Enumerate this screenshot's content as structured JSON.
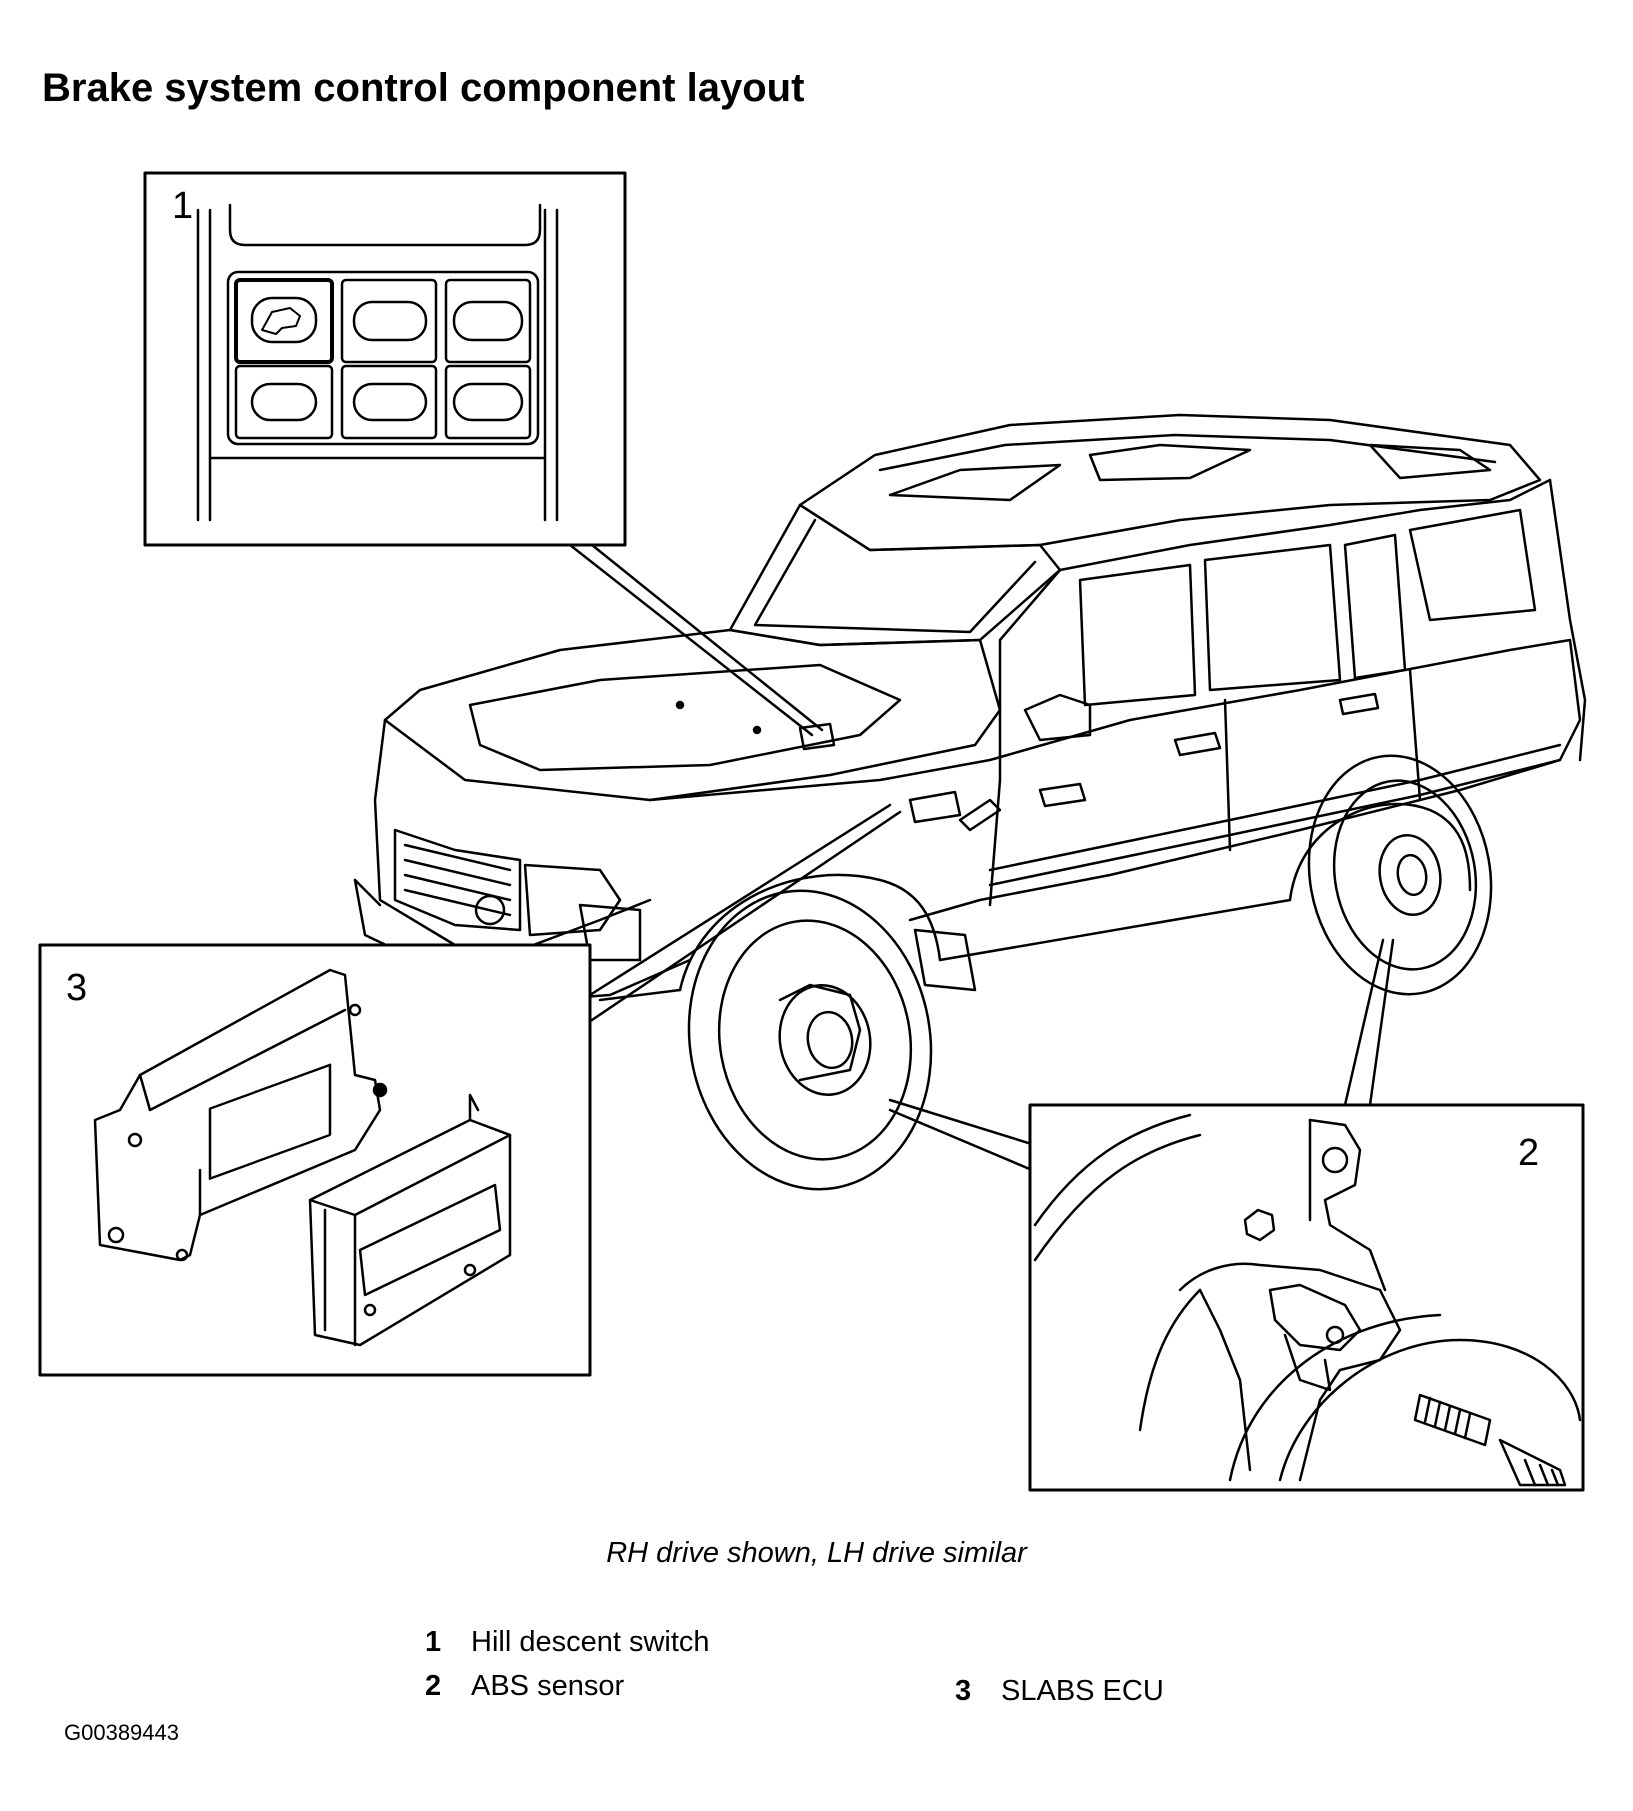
{
  "title": "Brake system control component layout",
  "caption": "RH drive shown, LH drive similar",
  "callouts": [
    {
      "number": "1",
      "label": "Hill descent switch"
    },
    {
      "number": "2",
      "label": "ABS sensor"
    },
    {
      "number": "3",
      "label": "SLABS ECU"
    }
  ],
  "figure_code": "G00389443",
  "colors": {
    "line": "#000000",
    "background": "#ffffff"
  }
}
